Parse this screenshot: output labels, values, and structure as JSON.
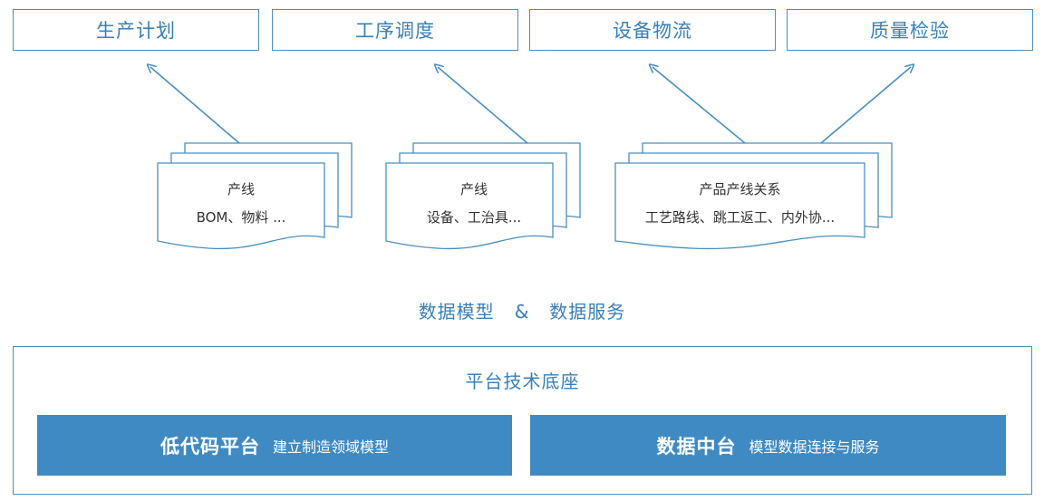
{
  "top_modules": [
    "生产计划",
    "工序调度",
    "设备物流",
    "质量检验"
  ],
  "data_groups": [
    {
      "line1": "产线",
      "line2": "BOM、物料 ..."
    },
    {
      "line1": "产线",
      "line2": "设备、工治具..."
    },
    {
      "line1": "产品产线关系",
      "line2": "工艺路线、跳工返工、内外协..."
    }
  ],
  "middle": {
    "left": "数据模型",
    "amp": "&",
    "right": "数据服务"
  },
  "platform": {
    "title": "平台技术底座",
    "modules": [
      {
        "name": "低代码平台",
        "desc": "建立制造领域模型"
      },
      {
        "name": "数据中台",
        "desc": "模型数据连接与服务"
      }
    ]
  },
  "colors": {
    "accent": "#3a7fb8",
    "module_fill": "#3f8ac3",
    "border": "#4a8fc0"
  }
}
